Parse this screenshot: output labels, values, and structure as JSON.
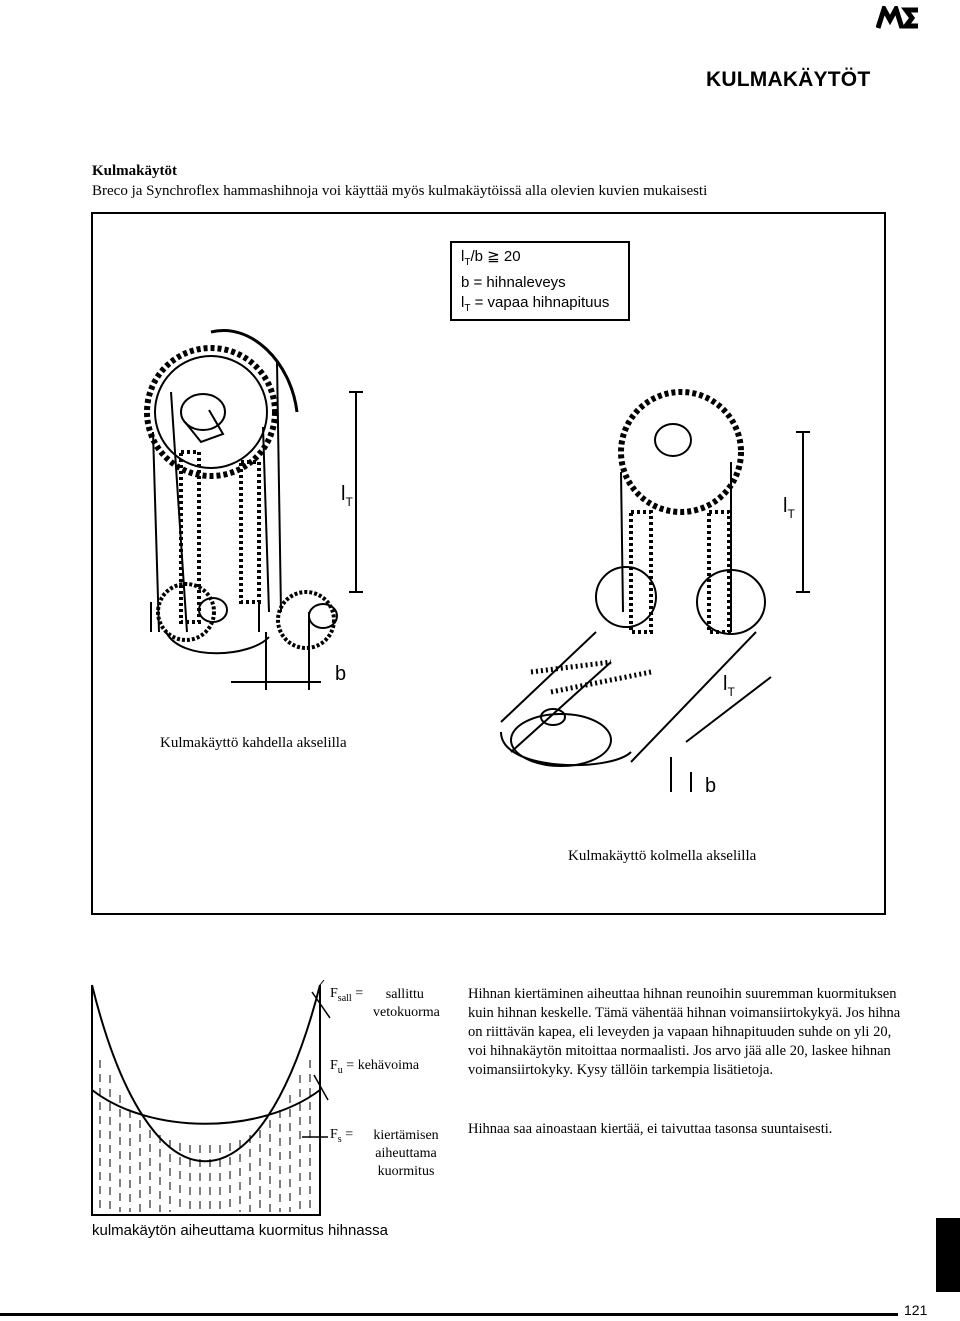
{
  "header": {
    "title": "KULMAKÄYTÖT",
    "logo_text": "ME"
  },
  "intro": {
    "title": "Kulmakäytöt",
    "text": "Breco ja Synchroflex hammashihnoja voi käyttää myös kulmakäytöissä alla olevien kuvien mukaisesti"
  },
  "figure": {
    "legend": {
      "line1_symbol": "l",
      "line1_sub": "T",
      "line1_rest": "/b ≧ 20",
      "line2": "b = hihnaleveys",
      "line3_symbol": "l",
      "line3_sub": "T",
      "line3_rest": " = vapaa hihnapituus"
    },
    "labels": {
      "lt_symbol": "l",
      "lt_sub": "T",
      "b": "b"
    },
    "caption_two_shafts": "Kulmakäyttö kahdella akselilla",
    "caption_three_shafts": "Kulmakäyttö kolmella akselilla"
  },
  "load_diagram": {
    "fsall_symbol": "F",
    "fsall_sub": "sall",
    "fsall_eq": " =",
    "fsall_desc_1": "sallittu",
    "fsall_desc_2": "vetokuorma",
    "fu_symbol": "F",
    "fu_sub": "u",
    "fu_desc": " = kehävoima",
    "fs_symbol": "F",
    "fs_sub": "s",
    "fs_eq": " =",
    "fs_desc_1": "kiertämisen",
    "fs_desc_2": "aiheuttama",
    "fs_desc_3": "kuormitus",
    "caption": "kulmakäytön aiheuttama kuormitus hihnassa"
  },
  "body": {
    "paragraph1": "Hihnan kiertäminen aiheuttaa hihnan reunoihin suuremman kuormituksen kuin hihnan keskelle. Tämä vähentää hihnan voimansiirtokykyä. Jos hihna on riittävän kapea, eli leveyden ja vapaan hihnapituuden suhde on yli 20, voi hihnakäytön mitoittaa normaalisti. Jos arvo jää alle 20, laskee hihnan voimansiirtokyky. Kysy tällöin tarkempia lisätietoja.",
    "paragraph2": "Hihnaa saa ainoastaan kiertää, ei taivuttaa tasonsa suuntaisesti."
  },
  "footer": {
    "page_number": "121"
  }
}
